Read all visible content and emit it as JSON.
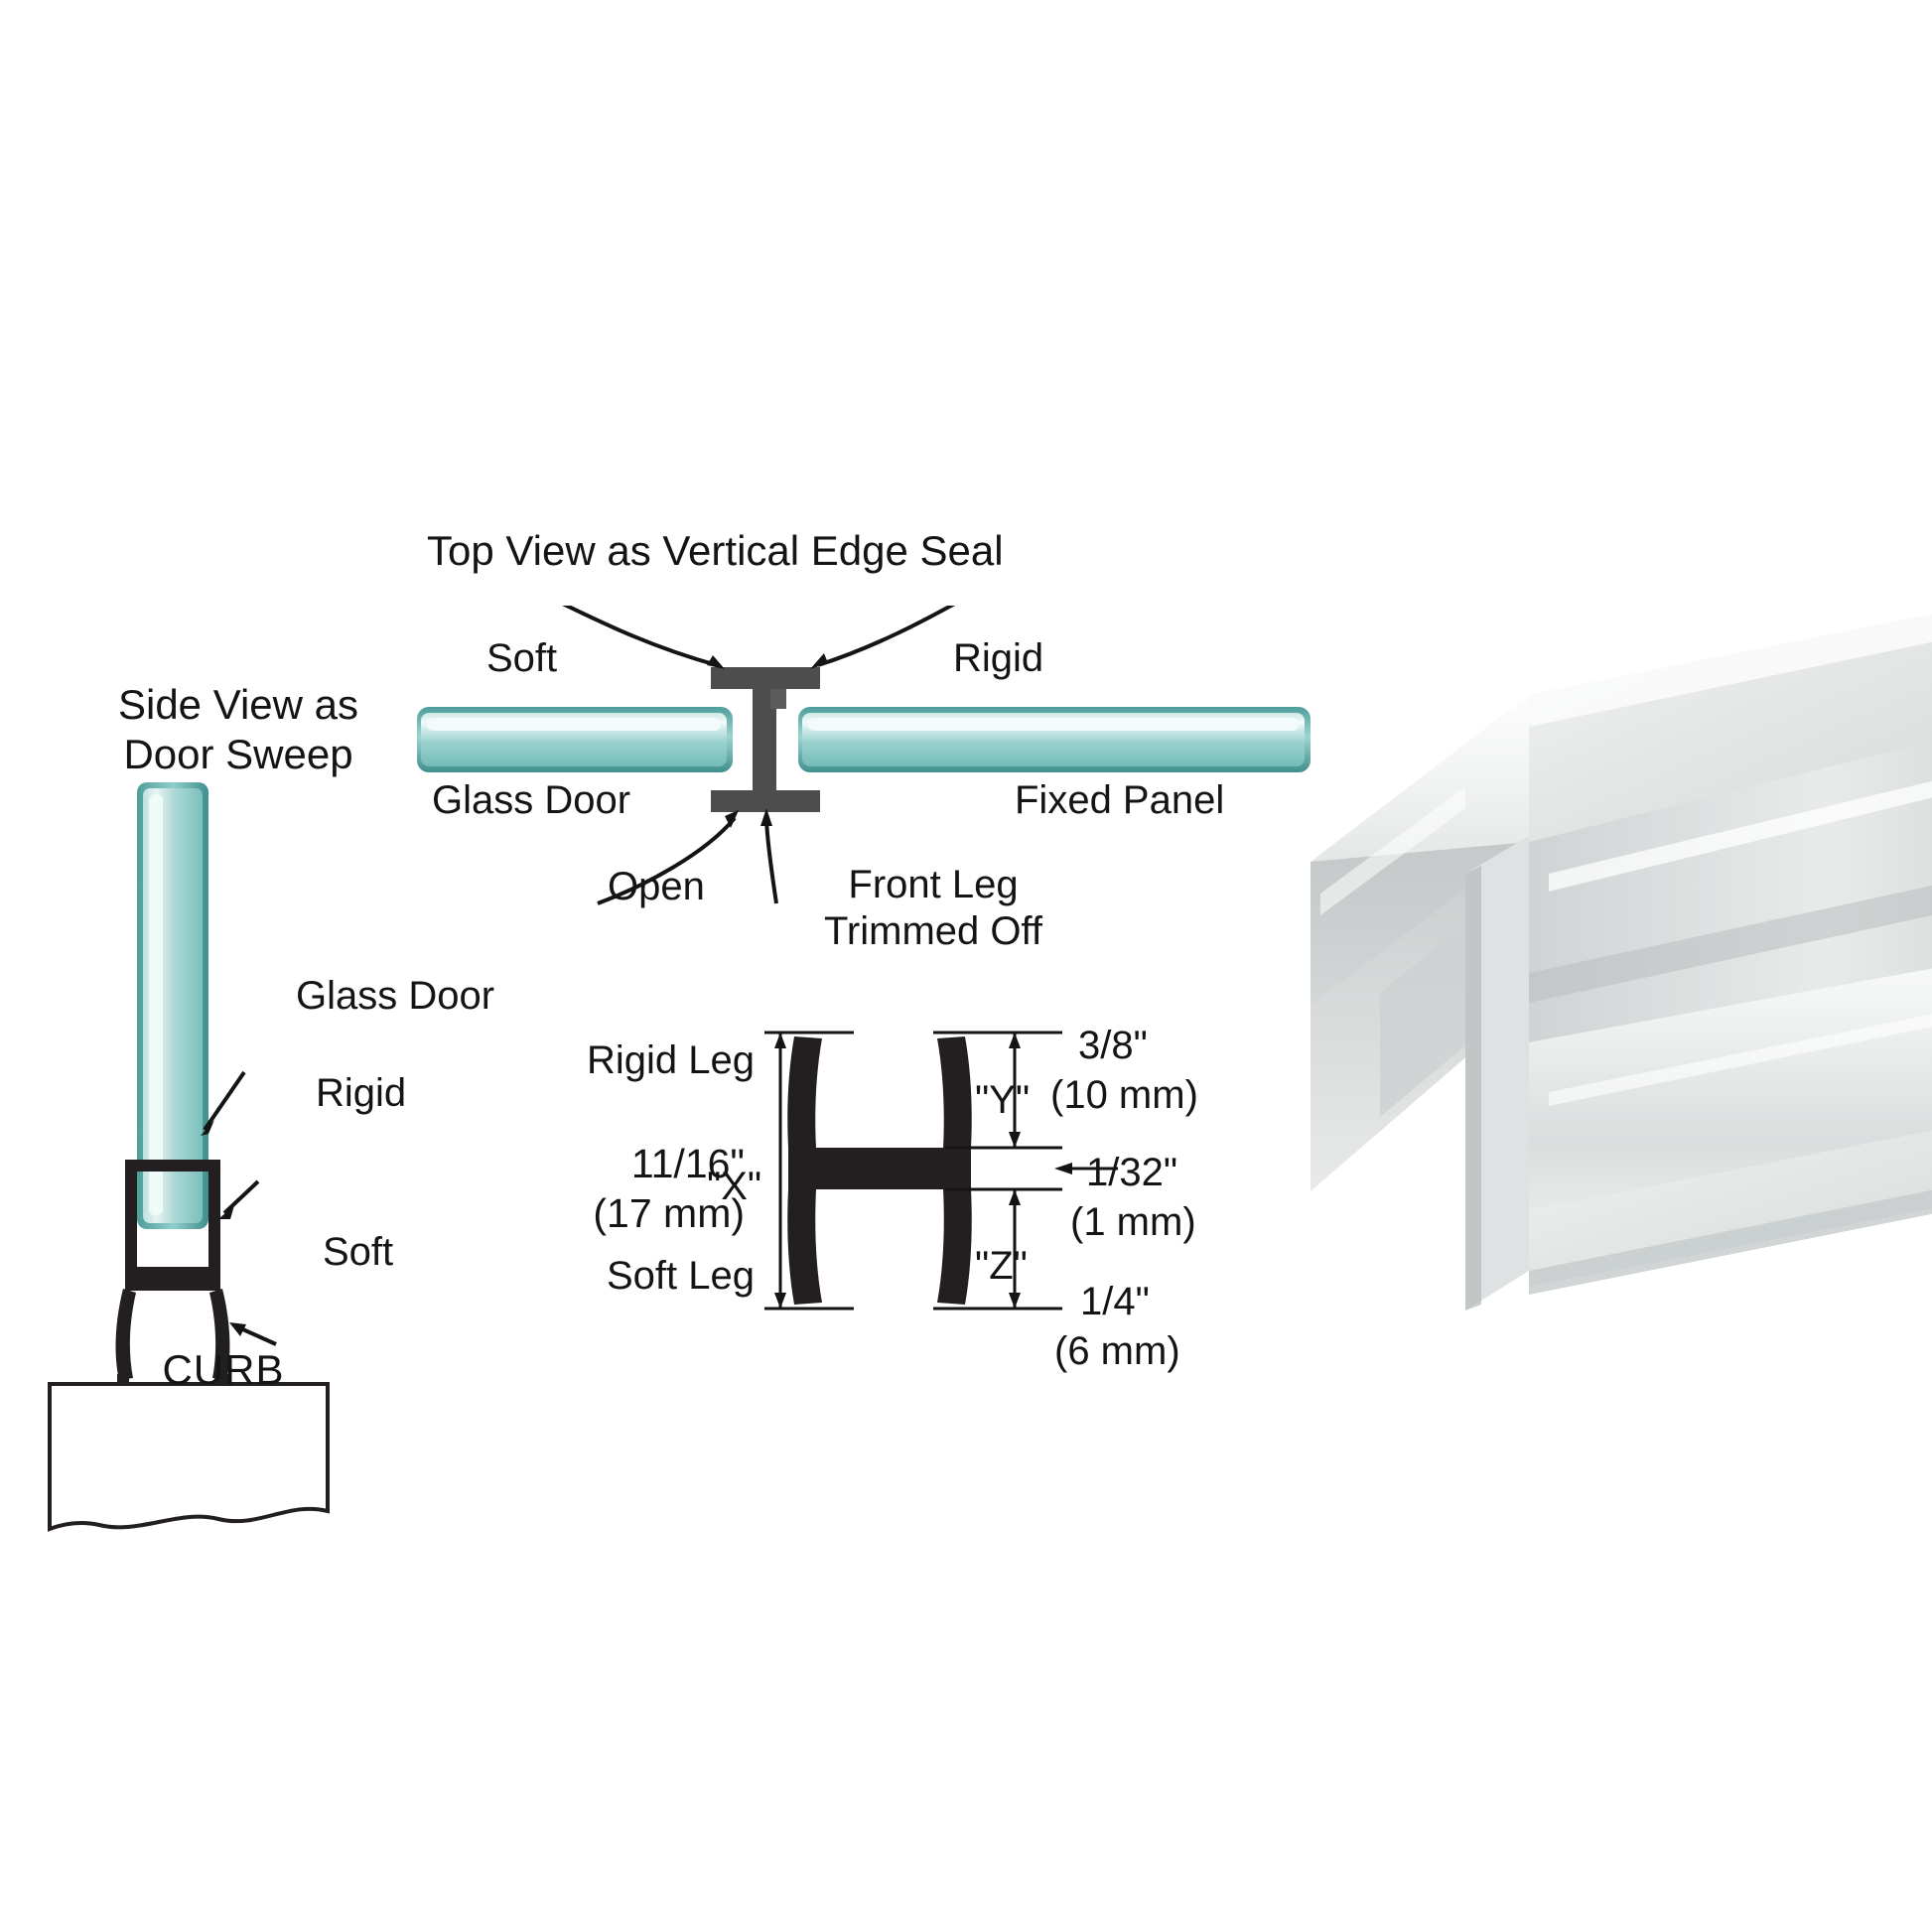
{
  "diagram": {
    "title_side_view": "Side View as\nDoor Sweep",
    "title_top_view": "Top View as Vertical Edge Seal",
    "side_view": {
      "glass_door": "Glass Door",
      "rigid": "Rigid",
      "soft": "Soft",
      "curb": "CURB"
    },
    "top_view": {
      "soft": "Soft",
      "rigid": "Rigid",
      "glass_door": "Glass Door",
      "fixed_panel": "Fixed Panel",
      "open": "Open",
      "front_leg_trimmed": "Front Leg\nTrimmed Off"
    },
    "cross_section": {
      "rigid_leg": "Rigid Leg",
      "soft_leg": "Soft Leg",
      "x_label": "\"X\"",
      "y_label": "\"Y\"",
      "z_label": "\"Z\"",
      "x_value_in": "11/16\"",
      "x_value_mm": "(17 mm)",
      "y_value_in": "3/8\"",
      "y_value_mm": "(10 mm)",
      "gap_value_in": "1/32\"",
      "gap_value_mm": "(1 mm)",
      "z_value_in": "1/4\"",
      "z_value_mm": "(6 mm)"
    }
  },
  "colors": {
    "glass_fill_light": "#d8eceb",
    "glass_fill_mid": "#7fc3c0",
    "glass_edge": "#3f8f8d",
    "seal_dark": "#231f20",
    "seal_gray": "#4d4d4d",
    "text": "#141414",
    "product_clear": "#e9eaea"
  },
  "product_photo": {
    "name": "clear-polycarbonate-h-seal-extrusion",
    "description": "Photograph of a clear plastic H-shaped shower door seal extrusion shown at an angle"
  }
}
